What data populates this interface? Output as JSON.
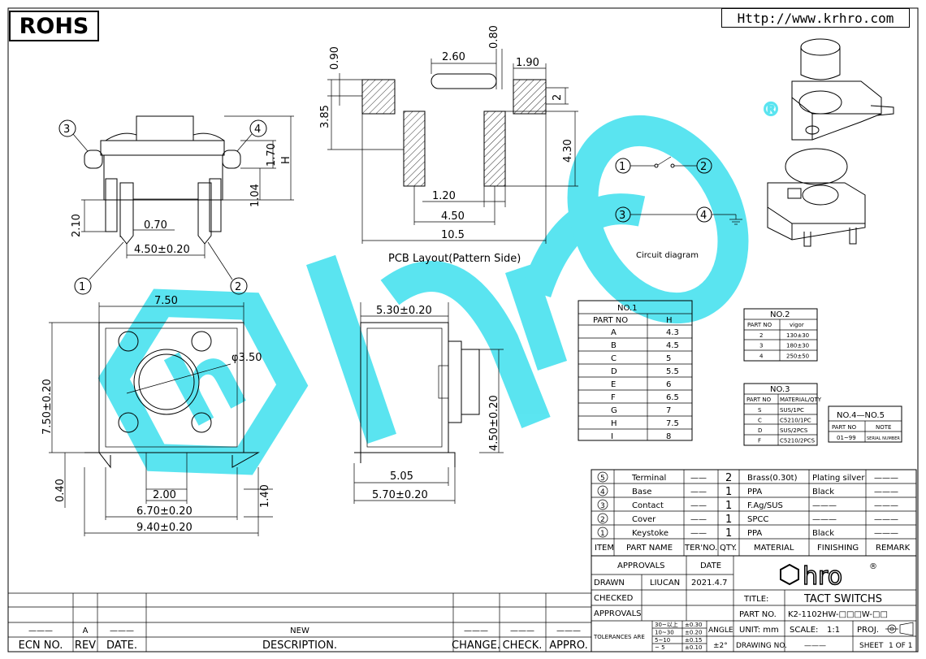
{
  "header": {
    "rohs": "ROHS",
    "url": "Http://www.krhro.com"
  },
  "side_view": {
    "pins": [
      "1",
      "2",
      "3",
      "4"
    ],
    "dims": {
      "d170": "1.70",
      "d104": "1.04",
      "H": "H",
      "d210": "2.10",
      "d070": "0.70",
      "d450": "4.50±0.20"
    }
  },
  "pcb_layout": {
    "title": "PCB Layout(Pattern Side)",
    "dims": {
      "d090": "0.90",
      "d080": "0.80",
      "d260": "2.60",
      "d190": "1.90",
      "d2": "2",
      "d385": "3.85",
      "d430": "4.30",
      "d120": "1.20",
      "d450": "4.50",
      "d105": "10.5"
    }
  },
  "circuit": {
    "title": "Circuit diagram",
    "nodes": [
      "1",
      "2",
      "3",
      "4"
    ]
  },
  "top_view": {
    "dims": {
      "d750": "7.50",
      "dia": "φ3.50",
      "d750v": "7.50±0.20",
      "d040": "0.40",
      "d200": "2.00",
      "d670": "6.70±0.20",
      "d940": "9.40±0.20",
      "d140": "1.40"
    }
  },
  "front_view": {
    "dims": {
      "d530": "5.30±0.20",
      "d450v": "4.50±0.20",
      "d505": "5.05",
      "d570": "5.70±0.20"
    }
  },
  "no1": {
    "title": "NO.1",
    "headers": [
      "PART NO",
      "H"
    ],
    "rows": [
      [
        "A",
        "4.3"
      ],
      [
        "B",
        "4.5"
      ],
      [
        "C",
        "5"
      ],
      [
        "D",
        "5.5"
      ],
      [
        "E",
        "6"
      ],
      [
        "F",
        "6.5"
      ],
      [
        "G",
        "7"
      ],
      [
        "H",
        "7.5"
      ],
      [
        "I",
        "8"
      ]
    ]
  },
  "no2": {
    "title": "NO.2",
    "headers": [
      "PART NO",
      "vigor"
    ],
    "rows": [
      [
        "2",
        "130±30"
      ],
      [
        "3",
        "180±30"
      ],
      [
        "4",
        "250±50"
      ]
    ]
  },
  "no3": {
    "title": "NO.3",
    "headers": [
      "PART NO",
      "MATERIAL/QTY"
    ],
    "rows": [
      [
        "S",
        "SUS/1PC"
      ],
      [
        "C",
        "C5210/1PC"
      ],
      [
        "D",
        "SUS/2PCS"
      ],
      [
        "F",
        "C5210/2PCS"
      ]
    ]
  },
  "no45": {
    "title": "NO.4—NO.5",
    "headers": [
      "PART NO",
      "NOTE"
    ],
    "rows": [
      [
        "01~99",
        "SERIAL NUMBER"
      ]
    ]
  },
  "bom": {
    "rows": [
      {
        "item": "5",
        "name": "Terminal",
        "ter": "——",
        "qty": "2",
        "material": "Brass(0.30t)",
        "finishing": "Plating silver",
        "remark": "———"
      },
      {
        "item": "4",
        "name": "Base",
        "ter": "——",
        "qty": "1",
        "material": "PPA",
        "finishing": "Black",
        "remark": "———"
      },
      {
        "item": "3",
        "name": "Contact",
        "ter": "——",
        "qty": "1",
        "material": "F.Ag/SUS",
        "finishing": "———",
        "remark": "———"
      },
      {
        "item": "2",
        "name": "Cover",
        "ter": "——",
        "qty": "1",
        "material": "SPCC",
        "finishing": "———",
        "remark": "———"
      },
      {
        "item": "1",
        "name": "Keystoke",
        "ter": "——",
        "qty": "1",
        "material": "PPA",
        "finishing": "Black",
        "remark": "———"
      }
    ],
    "headers": {
      "item": "ITEM",
      "name": "PART NAME",
      "ter": "TER'NO.",
      "qty": "QTY.",
      "material": "MATERIAL",
      "finishing": "FINISHING",
      "remark": "REMARK"
    }
  },
  "title_block": {
    "approvals_h": "APPROVALS",
    "date_h": "DATE",
    "drawn": "DRAWN",
    "drawn_by": "LIUCAN",
    "drawn_date": "2021.4.7",
    "checked": "CHECKED",
    "approvals": "APPROVALS",
    "tolerances": "TOLERANCES ARE",
    "tol_ranges": [
      "30~以上",
      "10~30",
      "5~10",
      "~ 5"
    ],
    "tol_values": [
      "±0.30",
      "±0.20",
      "±0.15",
      "±0.10"
    ],
    "angle": "ANGLE",
    "angle_val": "±2°",
    "logo": "hro",
    "reg": "®",
    "title_label": "TITLE:",
    "title_value": "TACT SWITCHS",
    "part_label": "PART NO.",
    "part_value": "K2-1102HW-□□□W-□□",
    "unit": "UNIT: mm",
    "scale": "SCALE:",
    "scale_val": "1:1",
    "proj": "PROJ.",
    "drawing_no": "DRAWING NO.",
    "drawing_val": "———",
    "sheet": "SHEET",
    "sheet_val": "1 OF 1"
  },
  "revision": {
    "headers": [
      "ECN NO.",
      "REV",
      "DATE.",
      "DESCRIPTION.",
      "CHANGE.",
      "CHECK.",
      "APPRO."
    ],
    "row": [
      "———",
      "A",
      "———",
      "NEW",
      "———",
      "———",
      "———"
    ]
  },
  "watermark": "hro",
  "colors": {
    "watermark": "#3ee0ee"
  }
}
